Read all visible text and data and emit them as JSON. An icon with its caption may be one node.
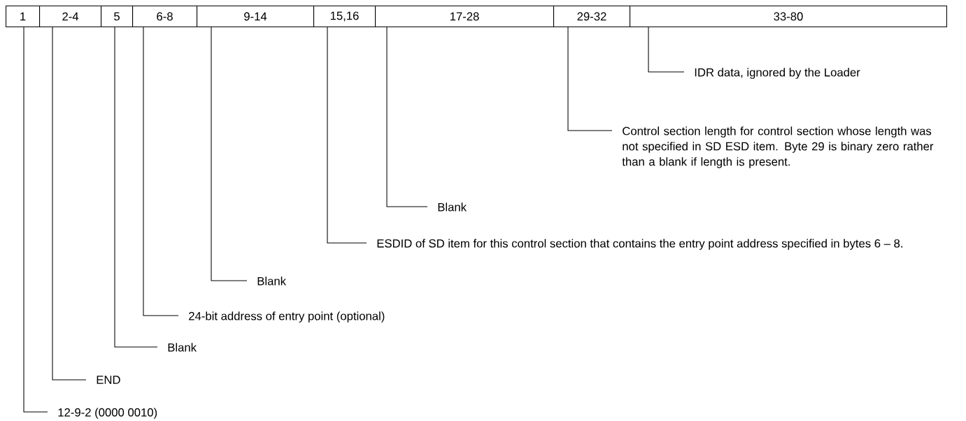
{
  "diagram": {
    "nodes": [
      {
        "text": [
          "1"
        ]
      },
      {
        "text": [
          "2-4"
        ]
      },
      {
        "text": [
          "5"
        ]
      },
      {
        "text": [
          "6-8"
        ]
      },
      {
        "text": [
          "9-14"
        ]
      },
      {
        "text": [
          "15,16"
        ]
      },
      {
        "text": [
          "17-28"
        ]
      },
      {
        "text": [
          "29-32"
        ]
      },
      {
        "text": [
          "33-80"
        ]
      },
      {
        "text": [
          "IDR data, ignored by the Loader"
        ]
      },
      {
        "text": [
          "Control section length for control section whose length was not specified in SD ESD item.  Byte 29 is binary zero rather than a blank if length is present."
        ]
      },
      {
        "text": [
          "Blank"
        ]
      },
      {
        "text": [
          "ESDID of SD item for this control section that contains the entry point address specified in bytes 6 – 8."
        ]
      },
      {
        "text": [
          "Blank"
        ]
      },
      {
        "text": [
          "24-bit address of entry point (optional)"
        ]
      },
      {
        "text": [
          "Blank"
        ]
      },
      {
        "text": [
          "END"
        ]
      },
      {
        "text": [
          "12-9-2 (0000 0010)"
        ]
      }
    ],
    "edges": [
      {
        "from": 9,
        "to": 8,
        "arrow": "none"
      },
      {
        "from": 10,
        "to": 7,
        "arrow": "none"
      },
      {
        "from": 11,
        "to": 6,
        "arrow": "none"
      },
      {
        "from": 12,
        "to": 5,
        "arrow": "none"
      },
      {
        "from": 13,
        "to": 4,
        "arrow": "none"
      },
      {
        "from": 14,
        "to": 3,
        "arrow": "none"
      },
      {
        "from": 15,
        "to": 2,
        "arrow": "none"
      },
      {
        "from": 16,
        "to": 1,
        "arrow": "none"
      },
      {
        "from": 17,
        "to": 0,
        "arrow": "none"
      }
    ]
  }
}
